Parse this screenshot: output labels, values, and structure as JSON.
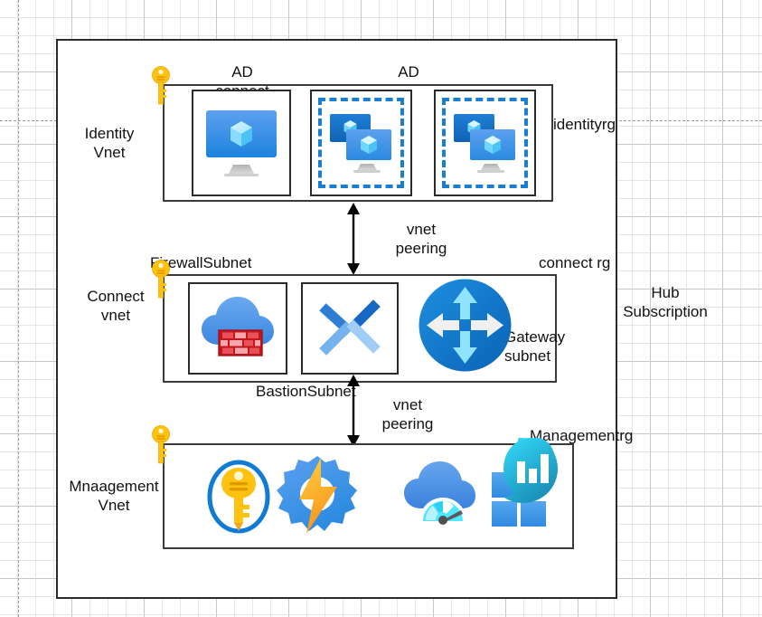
{
  "diagram": {
    "title_region": "Hub Subscription",
    "outer_box": {
      "name": "hub-subscription-boundary"
    }
  },
  "labels": {
    "hub_subscription": "Hub\nSubscription",
    "identity_vnet": "Identity\nVnet",
    "connect_vnet": "Connect\nvnet",
    "management_vnet": "Mnaagement\nVnet",
    "identityrg": "identityrg",
    "connect_rg": "connect rg",
    "managementrg": "Managementrg",
    "ad_connect": "AD\nconnect",
    "ad": "AD",
    "firewall_subnet": "FirewallSubnet",
    "bastion_subnet": "BastionSubnet",
    "gateway_subnet": "Gateway\nsubnet",
    "vnet_peering_top": "vnet\npeering",
    "vnet_peering_bottom": "vnet\npeering"
  },
  "icons": {
    "key_identity": "key-icon",
    "key_connect": "key-icon",
    "key_management": "key-icon",
    "vm_single": "azure-virtual-machine-icon",
    "vm_scaleset_1": "azure-vm-scale-set-icon",
    "vm_scaleset_2": "azure-vm-scale-set-icon",
    "firewall": "azure-firewall-icon",
    "bastion": "azure-bastion-icon",
    "gateway": "azure-vpn-gateway-icon",
    "key_vault": "azure-key-vault-icon",
    "automation": "azure-automation-icon",
    "monitor": "azure-monitor-icon",
    "log_analytics": "azure-log-analytics-icon",
    "peering_arrow_top": "double-headed-arrow-icon",
    "peering_arrow_bottom": "double-headed-arrow-icon"
  },
  "colors": {
    "azure_blue": "#0078d4",
    "azure_light_blue": "#50b0f0",
    "cyan": "#50e6ff",
    "gold": "#ffc20e",
    "brick_red": "#d13438",
    "outline": "#2b2b2b",
    "grid": "#d2d2d2"
  }
}
